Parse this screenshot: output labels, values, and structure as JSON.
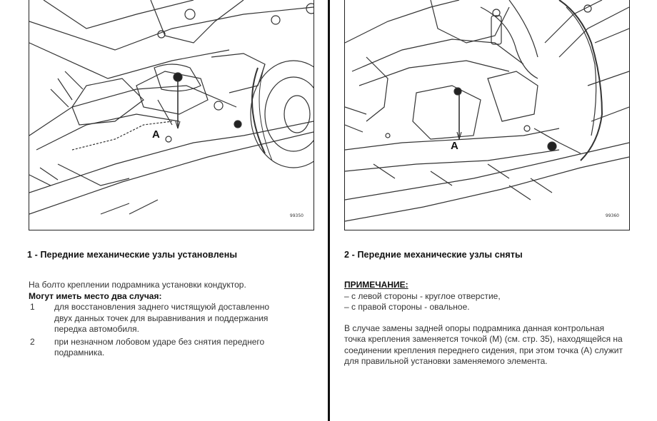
{
  "left": {
    "figure_label": "A",
    "figure_code": "99350",
    "heading": "1 - Передние механические узлы установлены",
    "intro": "На болто креплении подрамника установки кондуктор.",
    "cases_title": "Могут иметь место два случая:",
    "items": [
      {
        "num": "1",
        "text": "для восстановления заднего чистящуюй доставленно двух данных точек для выравнивания и поддержания передка автомобиля."
      },
      {
        "num": "2",
        "text": "при незначном лобовом ударе без снятия переднего подрамника."
      }
    ]
  },
  "right": {
    "figure_label": "A",
    "figure_code": "99360",
    "heading": "2 - Передние механические узлы сняты",
    "note_title": "ПРИМЕЧАНИЕ:",
    "note_lines": [
      "– с левой стороны - круглое отверстие,",
      "– с правой стороны - овальное."
    ],
    "paragraph": "В случае замены задней опоры подрамника данная контрольная точка крепления заменяется точкой (М) (см. стр. 35), находящейся на соединении крепления переднего сидения, при этом точка (А) служит для правильной установки заменяемого элемента."
  }
}
